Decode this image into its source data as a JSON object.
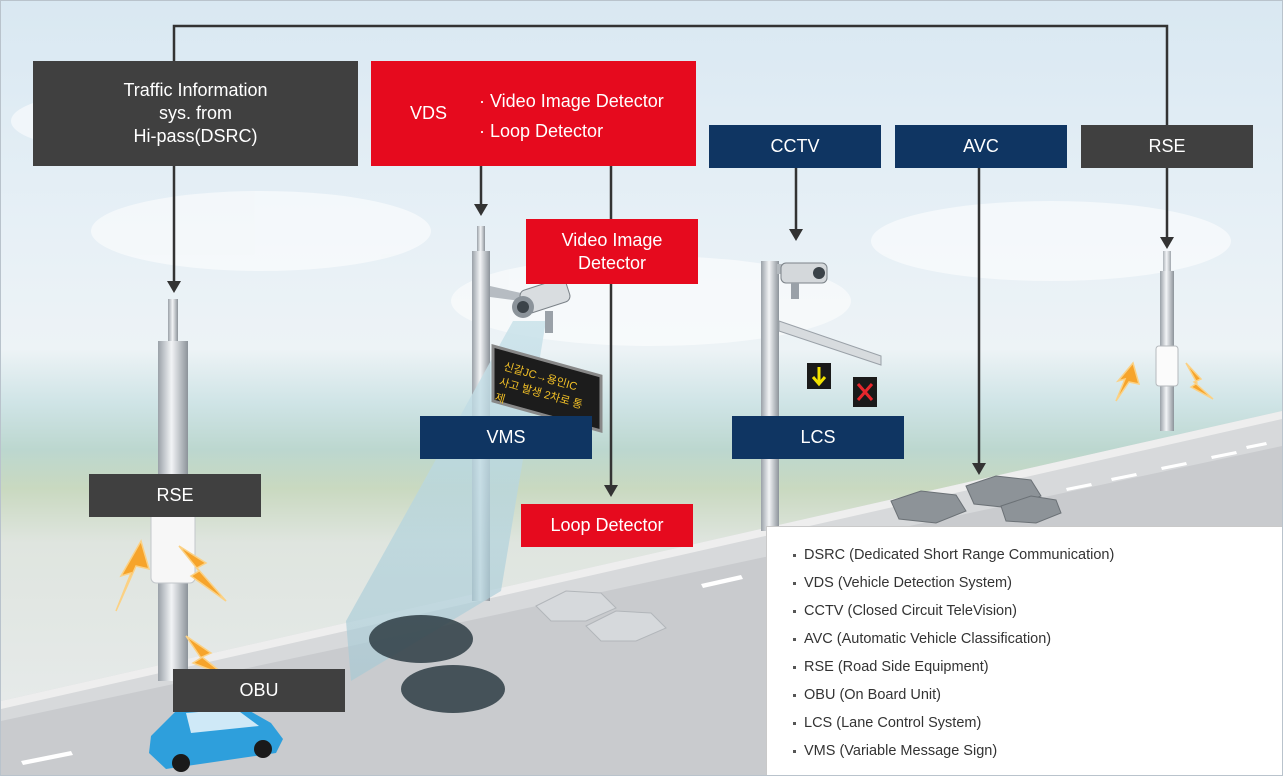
{
  "labels": {
    "traffic_info": [
      "Traffic Information",
      "sys. from",
      "Hi-pass(DSRC)"
    ],
    "vds": "VDS",
    "vds_items": [
      "· Video Image Detector",
      "· Loop Detector"
    ],
    "cctv": "CCTV",
    "avc": "AVC",
    "rse_top": "RSE",
    "video_image_detector": [
      "Video Image",
      "Detector"
    ],
    "vms": "VMS",
    "lcs": "LCS",
    "rse_left": "RSE",
    "loop_detector": "Loop Detector",
    "obu": "OBU"
  },
  "vms_sign": [
    "신갈JC→용인IC",
    "사고 발생 2차로 통제"
  ],
  "legend": [
    "DSRC (Dedicated Short Range Communication)",
    "VDS (Vehicle Detection System)",
    "CCTV (Closed Circuit TeleVision)",
    "AVC (Automatic Vehicle Classification)",
    "RSE (Road Side Equipment)",
    "OBU (On Board Unit)",
    "LCS (Lane Control System)",
    "VMS (Variable Message Sign)"
  ],
  "colors": {
    "dark_box": "#404040",
    "red_box": "#e60a1e",
    "navy_box": "#0f3562"
  },
  "icons": [
    "camera-icon",
    "lightning-icon",
    "car-icon",
    "lane-arrow-icon",
    "lane-x-icon"
  ]
}
